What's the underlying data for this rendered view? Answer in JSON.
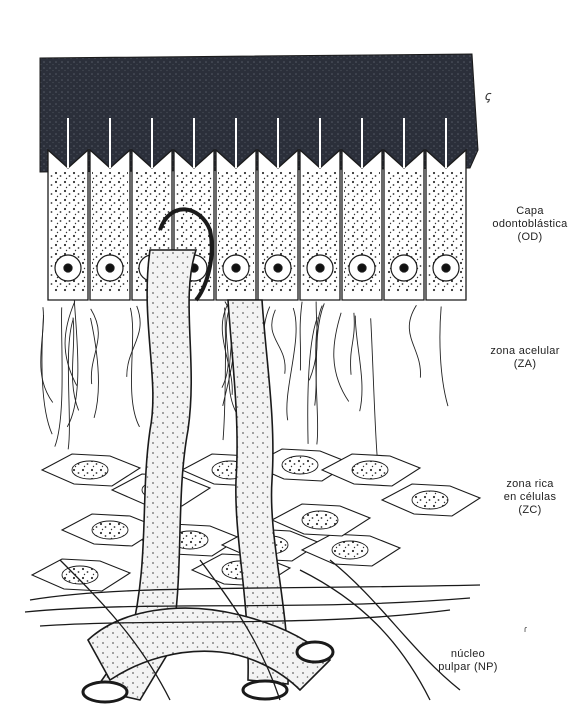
{
  "labels": {
    "odontoblast_layer": {
      "line1": "Capa",
      "line2": "odontoblástica",
      "line3": "(OD)"
    },
    "acellular_zone": {
      "line1": "zona acelular",
      "line2": "(ZA)"
    },
    "cell_rich_zone": {
      "line1": "zona rica",
      "line2": "en células",
      "line3": "(ZC)"
    },
    "pulp_core": {
      "line1": "núcleo",
      "line2": "pulpar (NP)"
    }
  },
  "marks": {
    "figure_mark": "ꞔ",
    "small_mark": "ɾ"
  },
  "colors": {
    "ink": "#1a1a1a",
    "dark_fill": "#2b2f3a",
    "nucleus": "#111111",
    "paper": "#ffffff"
  }
}
